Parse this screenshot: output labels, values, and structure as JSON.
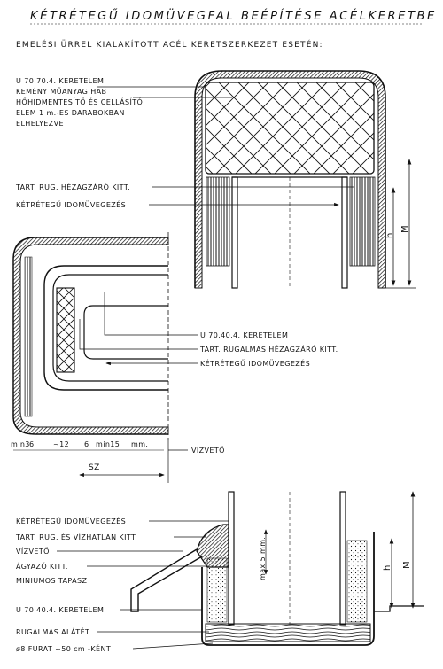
{
  "title": "KÉTRÉTEGŰ IDOMÜVEGFAL BEÉPÍTÉSE ACÉLKERETBE",
  "subtitle": "EMELÉSI ÜRREL KIALAKÍTOTT ACÉL KERETSZERKEZET ESETÉN:",
  "top_detail": {
    "label_frame": "U 70.70.4. KERETELEM",
    "label_foam_1": "KEMÉNY MŰANYAG HAB",
    "label_foam_2": "HŐHIDMENTESÍTŐ ÉS CELLÁSÍTÓ",
    "label_foam_3": "ELEM 1 m.-ES DARABOKBAN",
    "label_foam_4": "ELHELYEZVE",
    "label_kitt": "TART. RUG. HÉZAGZÁRÓ KITT.",
    "label_glazing": "KÉTRÉTEGŰ IDOMÜVEGEZÉS",
    "dim_h": "h",
    "dim_m": "M"
  },
  "middle_detail": {
    "label_frame": "U 70.40.4. KERETELEM",
    "label_kitt": "TART. RUGALMAS HÉZAGZÁRÓ KITT.",
    "label_glazing": "KÉTRÉTEGŰ IDOMÜVEGEZÉS",
    "dimensions": [
      "min3",
      "6",
      "~12",
      "6",
      "min15",
      "mm."
    ],
    "label_sz": "SZ",
    "label_drip": "VÍZVETŐ"
  },
  "bottom_detail": {
    "label_glazing": "KÉTRÉTEGŰ IDOMÜVEGEZÉS",
    "label_kitt": "TART. RUG. ÉS VÍZHATLAN KITT",
    "label_drip": "VÍZVETŐ",
    "label_bedding": "ÁGYAZÓ KITT.",
    "label_paste": "MINIUMOS TAPASZ",
    "label_frame": "U 70.40.4. KERETELEM",
    "label_pad": "RUGALMAS ALÁTÉT",
    "label_hole": "ø8 FURAT ~50 cm -KÉNT",
    "dim_max": "max 5 mm.",
    "dim_h": "h",
    "dim_m": "M"
  }
}
